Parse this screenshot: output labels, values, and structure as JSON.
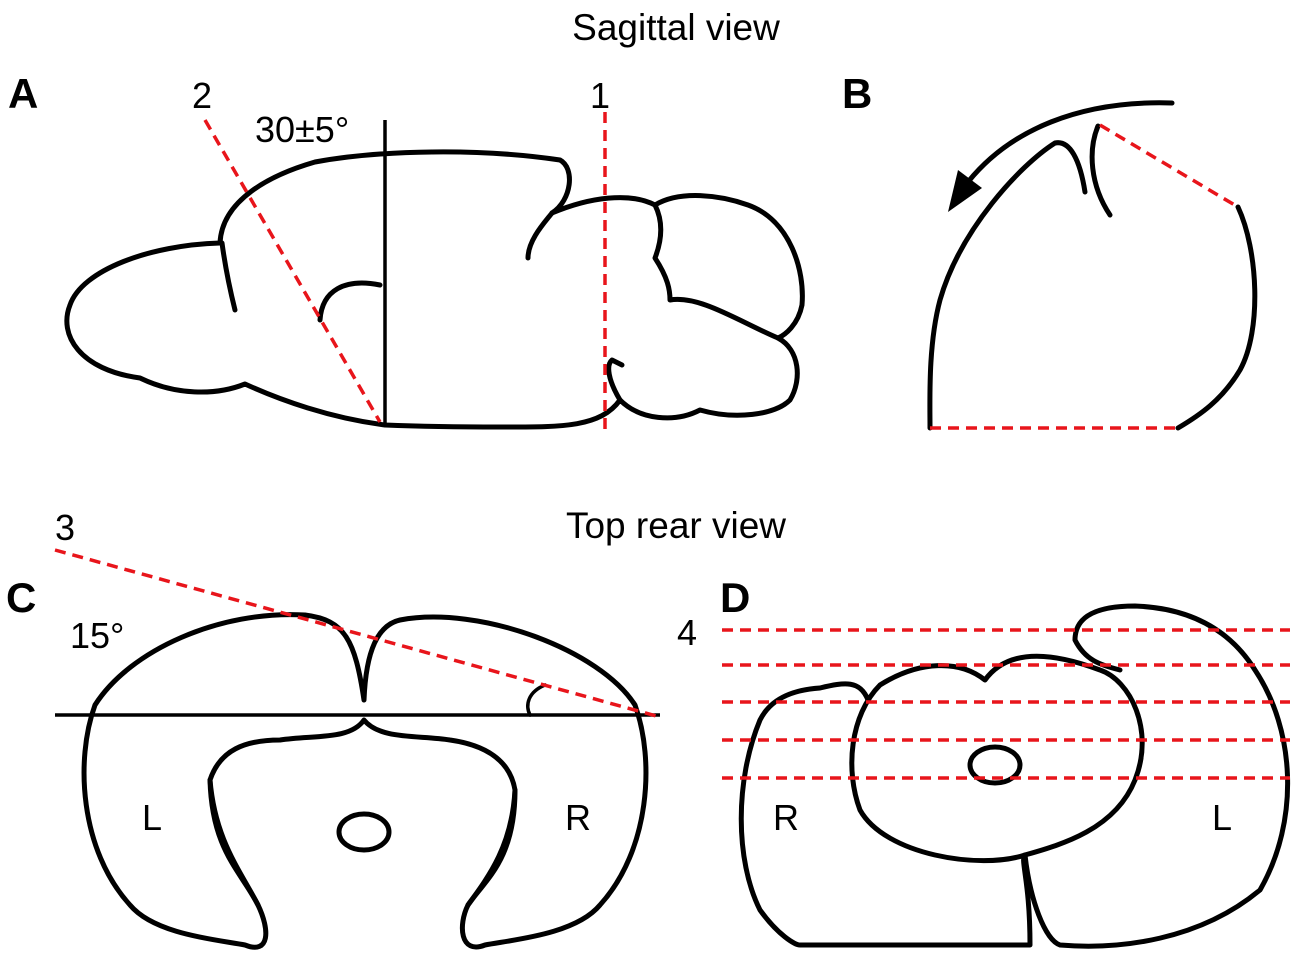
{
  "headings": {
    "sagittal": "Sagittal view",
    "top_rear": "Top rear view"
  },
  "panels": {
    "a": "A",
    "b": "B",
    "c": "C",
    "d": "D"
  },
  "cut_lines": {
    "one": "1",
    "two": "2",
    "three": "3",
    "four": "4"
  },
  "angles": {
    "sagittal": "30±5°",
    "coronal": "15°"
  },
  "sides": {
    "c_left": "L",
    "c_right": "R",
    "d_left": "R",
    "d_right": "L"
  },
  "colors": {
    "outline": "#000000",
    "cut_line": "#e8151b"
  }
}
